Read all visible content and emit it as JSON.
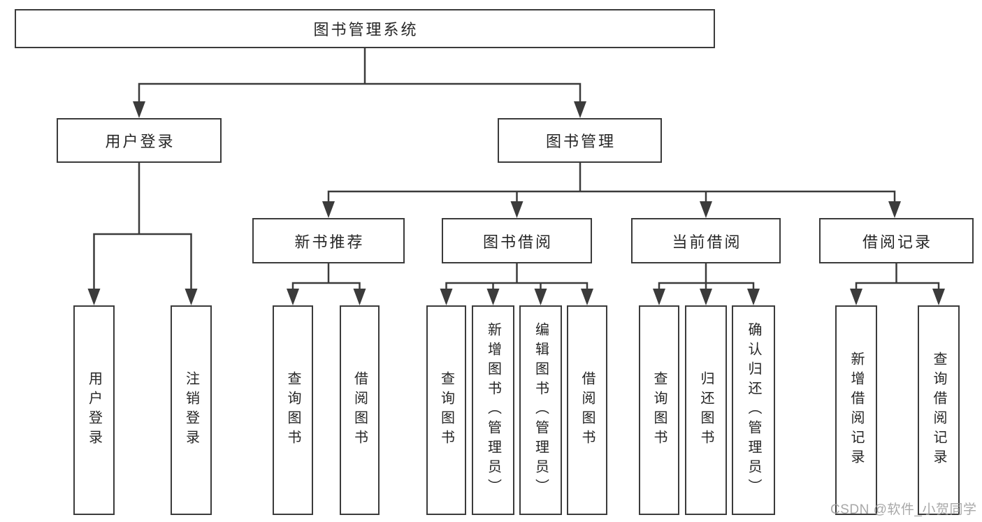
{
  "watermark": "CSDN @软件_小贺同学",
  "colors": {
    "line": "#3b3b3b",
    "box_border": "#3b3b3b",
    "text": "#262626",
    "watermark": "#9e9e9e",
    "background": "#ffffff"
  },
  "tree": {
    "root": "图书管理系统",
    "branches": [
      {
        "label": "用户登录",
        "leaves": [
          "用户登录",
          "注销登录"
        ]
      },
      {
        "label": "图书管理",
        "groups": [
          {
            "label": "新书推荐",
            "leaves": [
              "查询图书",
              "借阅图书"
            ]
          },
          {
            "label": "图书借阅",
            "leaves": [
              "查询图书",
              "新增图书（管理员）",
              "编辑图书（管理员）",
              "借阅图书"
            ]
          },
          {
            "label": "当前借阅",
            "leaves": [
              "查询图书",
              "归还图书",
              "确认归还（管理员）"
            ]
          },
          {
            "label": "借阅记录",
            "leaves": [
              "新增借阅记录",
              "查询借阅记录"
            ]
          }
        ]
      }
    ]
  }
}
